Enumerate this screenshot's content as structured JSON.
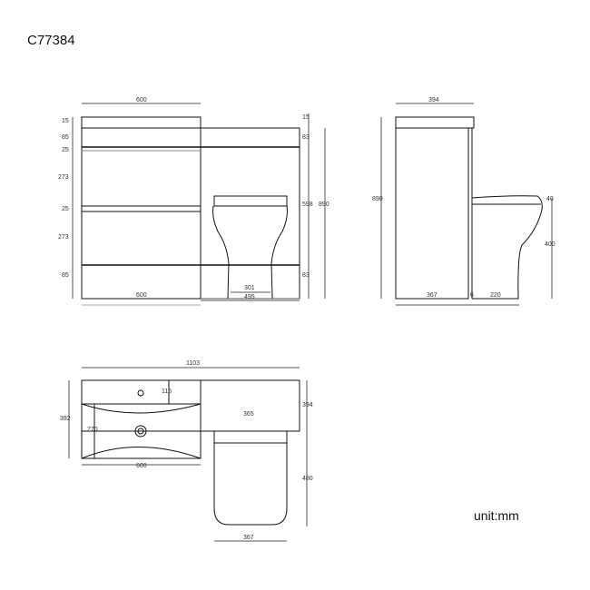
{
  "product_code": "C77384",
  "unit_label": "unit:mm",
  "front_view": {
    "top_width": "600",
    "left_stack": [
      "15",
      "85",
      "25",
      "273",
      "25",
      "273",
      "85"
    ],
    "right_stack": [
      "15",
      "83",
      "598",
      "83"
    ],
    "total_height": "890",
    "bottom_left_width": "600",
    "pan_base_width": "301",
    "toilet_unit_width": "495"
  },
  "side_view": {
    "top_depth": "394",
    "total_height": "890",
    "seat_thickness": "40",
    "pan_height": "400",
    "cabinet_depth": "367",
    "gap": "6",
    "pan_projection": "220"
  },
  "plan_view": {
    "total_width": "1103",
    "basin_depth": "392",
    "tap_ledge": "115",
    "bowl_depth": "270",
    "basin_width": "600",
    "wc_unit_depth": "394",
    "cistern_width": "365",
    "pan_length": "480",
    "pan_width": "367"
  }
}
